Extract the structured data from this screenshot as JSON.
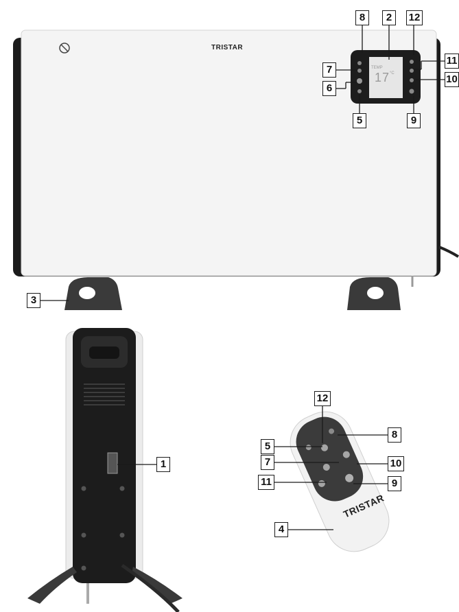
{
  "brand": {
    "logo_text": "TRISTAR"
  },
  "display": {
    "temp_label": "TEMP",
    "temp_value": "17",
    "temp_unit": "°C"
  },
  "callouts": {
    "c1": "1",
    "c2": "2",
    "c3": "3",
    "c4": "4",
    "c5_top": "5",
    "c6": "6",
    "c7_top": "7",
    "c8_top": "8",
    "c9_top": "9",
    "c10_top": "10",
    "c11_top": "11",
    "c12_top": "12",
    "c5_remote": "5",
    "c7_remote": "7",
    "c8_remote": "8",
    "c9_remote": "9",
    "c10_remote": "10",
    "c11_remote": "11",
    "c12_remote": "12"
  },
  "colors": {
    "panel": "#f4f4f4",
    "frame": "#1b1b1b",
    "feet": "#3a3a3a",
    "lcd": "#e6e6e6",
    "remote_body": "#f2f2f2",
    "remote_pad": "#3b3b3b"
  }
}
